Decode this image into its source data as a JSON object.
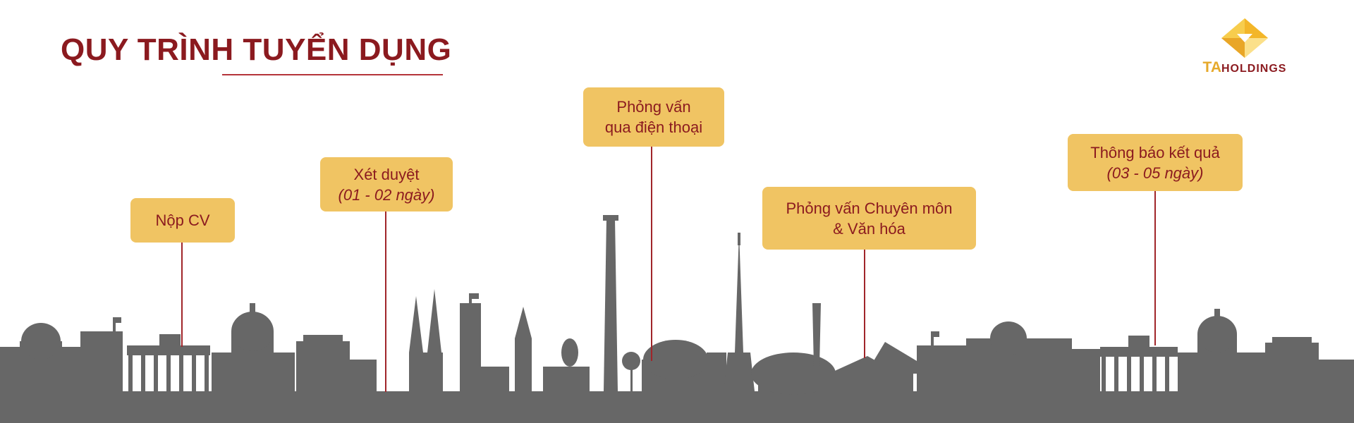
{
  "header": {
    "title": "QUY TRÌNH TUYỂN DỤNG"
  },
  "logo": {
    "prefix": "TA",
    "suffix": "HOLDINGS",
    "icon": "diamond-logo-icon"
  },
  "colors": {
    "brand_red": "#8b1a1f",
    "box_fill": "#f0c463",
    "skyline": "#676767",
    "logo_gold": "#e6a92a"
  },
  "steps": [
    {
      "line1": "Nộp CV",
      "line2": ""
    },
    {
      "line1": "Xét duyệt",
      "line2": "(01 - 02 ngày)"
    },
    {
      "line1": "Phỏng vấn",
      "line2": "qua điện thoại"
    },
    {
      "line1": "Phỏng vấn Chuyên môn",
      "line2": "& Văn hóa"
    },
    {
      "line1": "Thông báo kết quả",
      "line2": "(03 - 05 ngày)"
    }
  ],
  "skyline": {
    "icon": "city-skyline-icon"
  }
}
